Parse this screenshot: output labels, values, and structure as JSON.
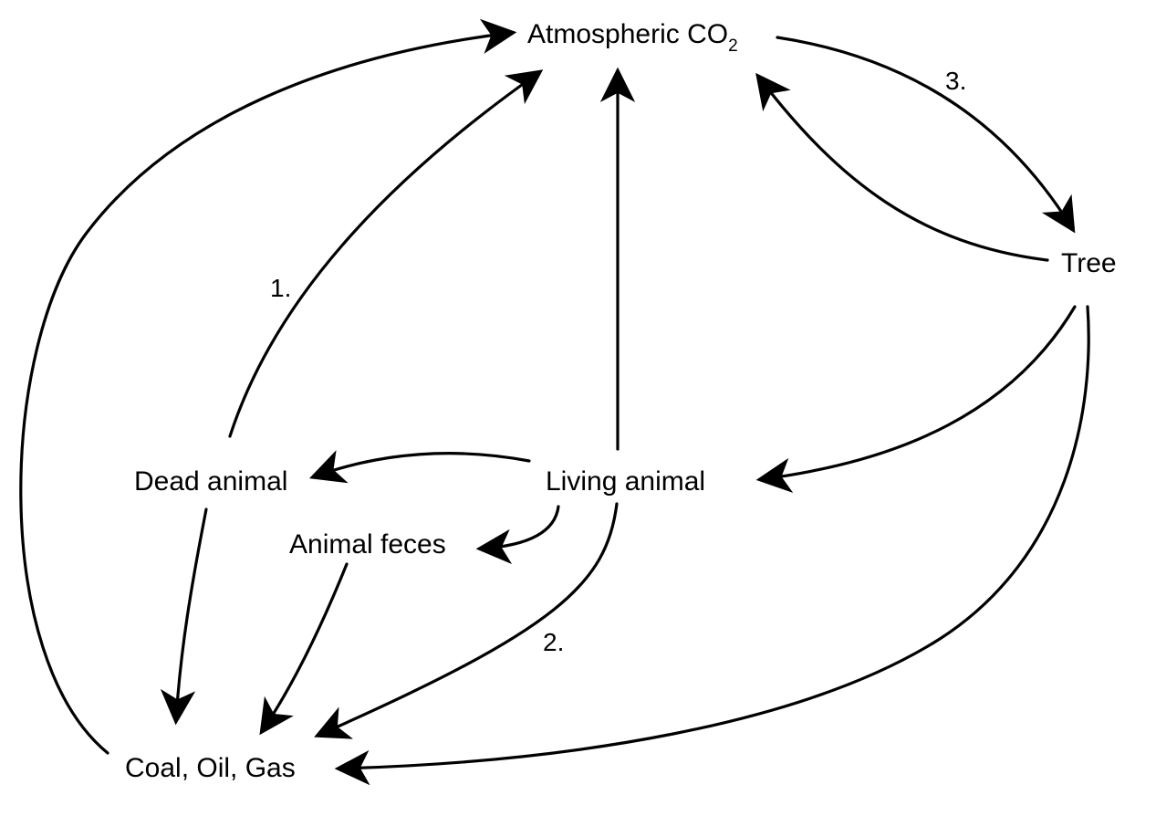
{
  "nodes": {
    "atmosphere": {
      "label": "Atmospheric CO",
      "subscript": "2"
    },
    "tree": {
      "label": "Tree"
    },
    "living_animal": {
      "label": "Living animal"
    },
    "dead_animal": {
      "label": "Dead animal"
    },
    "animal_feces": {
      "label": "Animal feces"
    },
    "fossil_fuels": {
      "label": "Coal, Oil, Gas"
    }
  },
  "edge_labels": {
    "one": "1.",
    "two": "2.",
    "three": "3."
  },
  "colors": {
    "ink": "#000000",
    "background": "#ffffff"
  }
}
